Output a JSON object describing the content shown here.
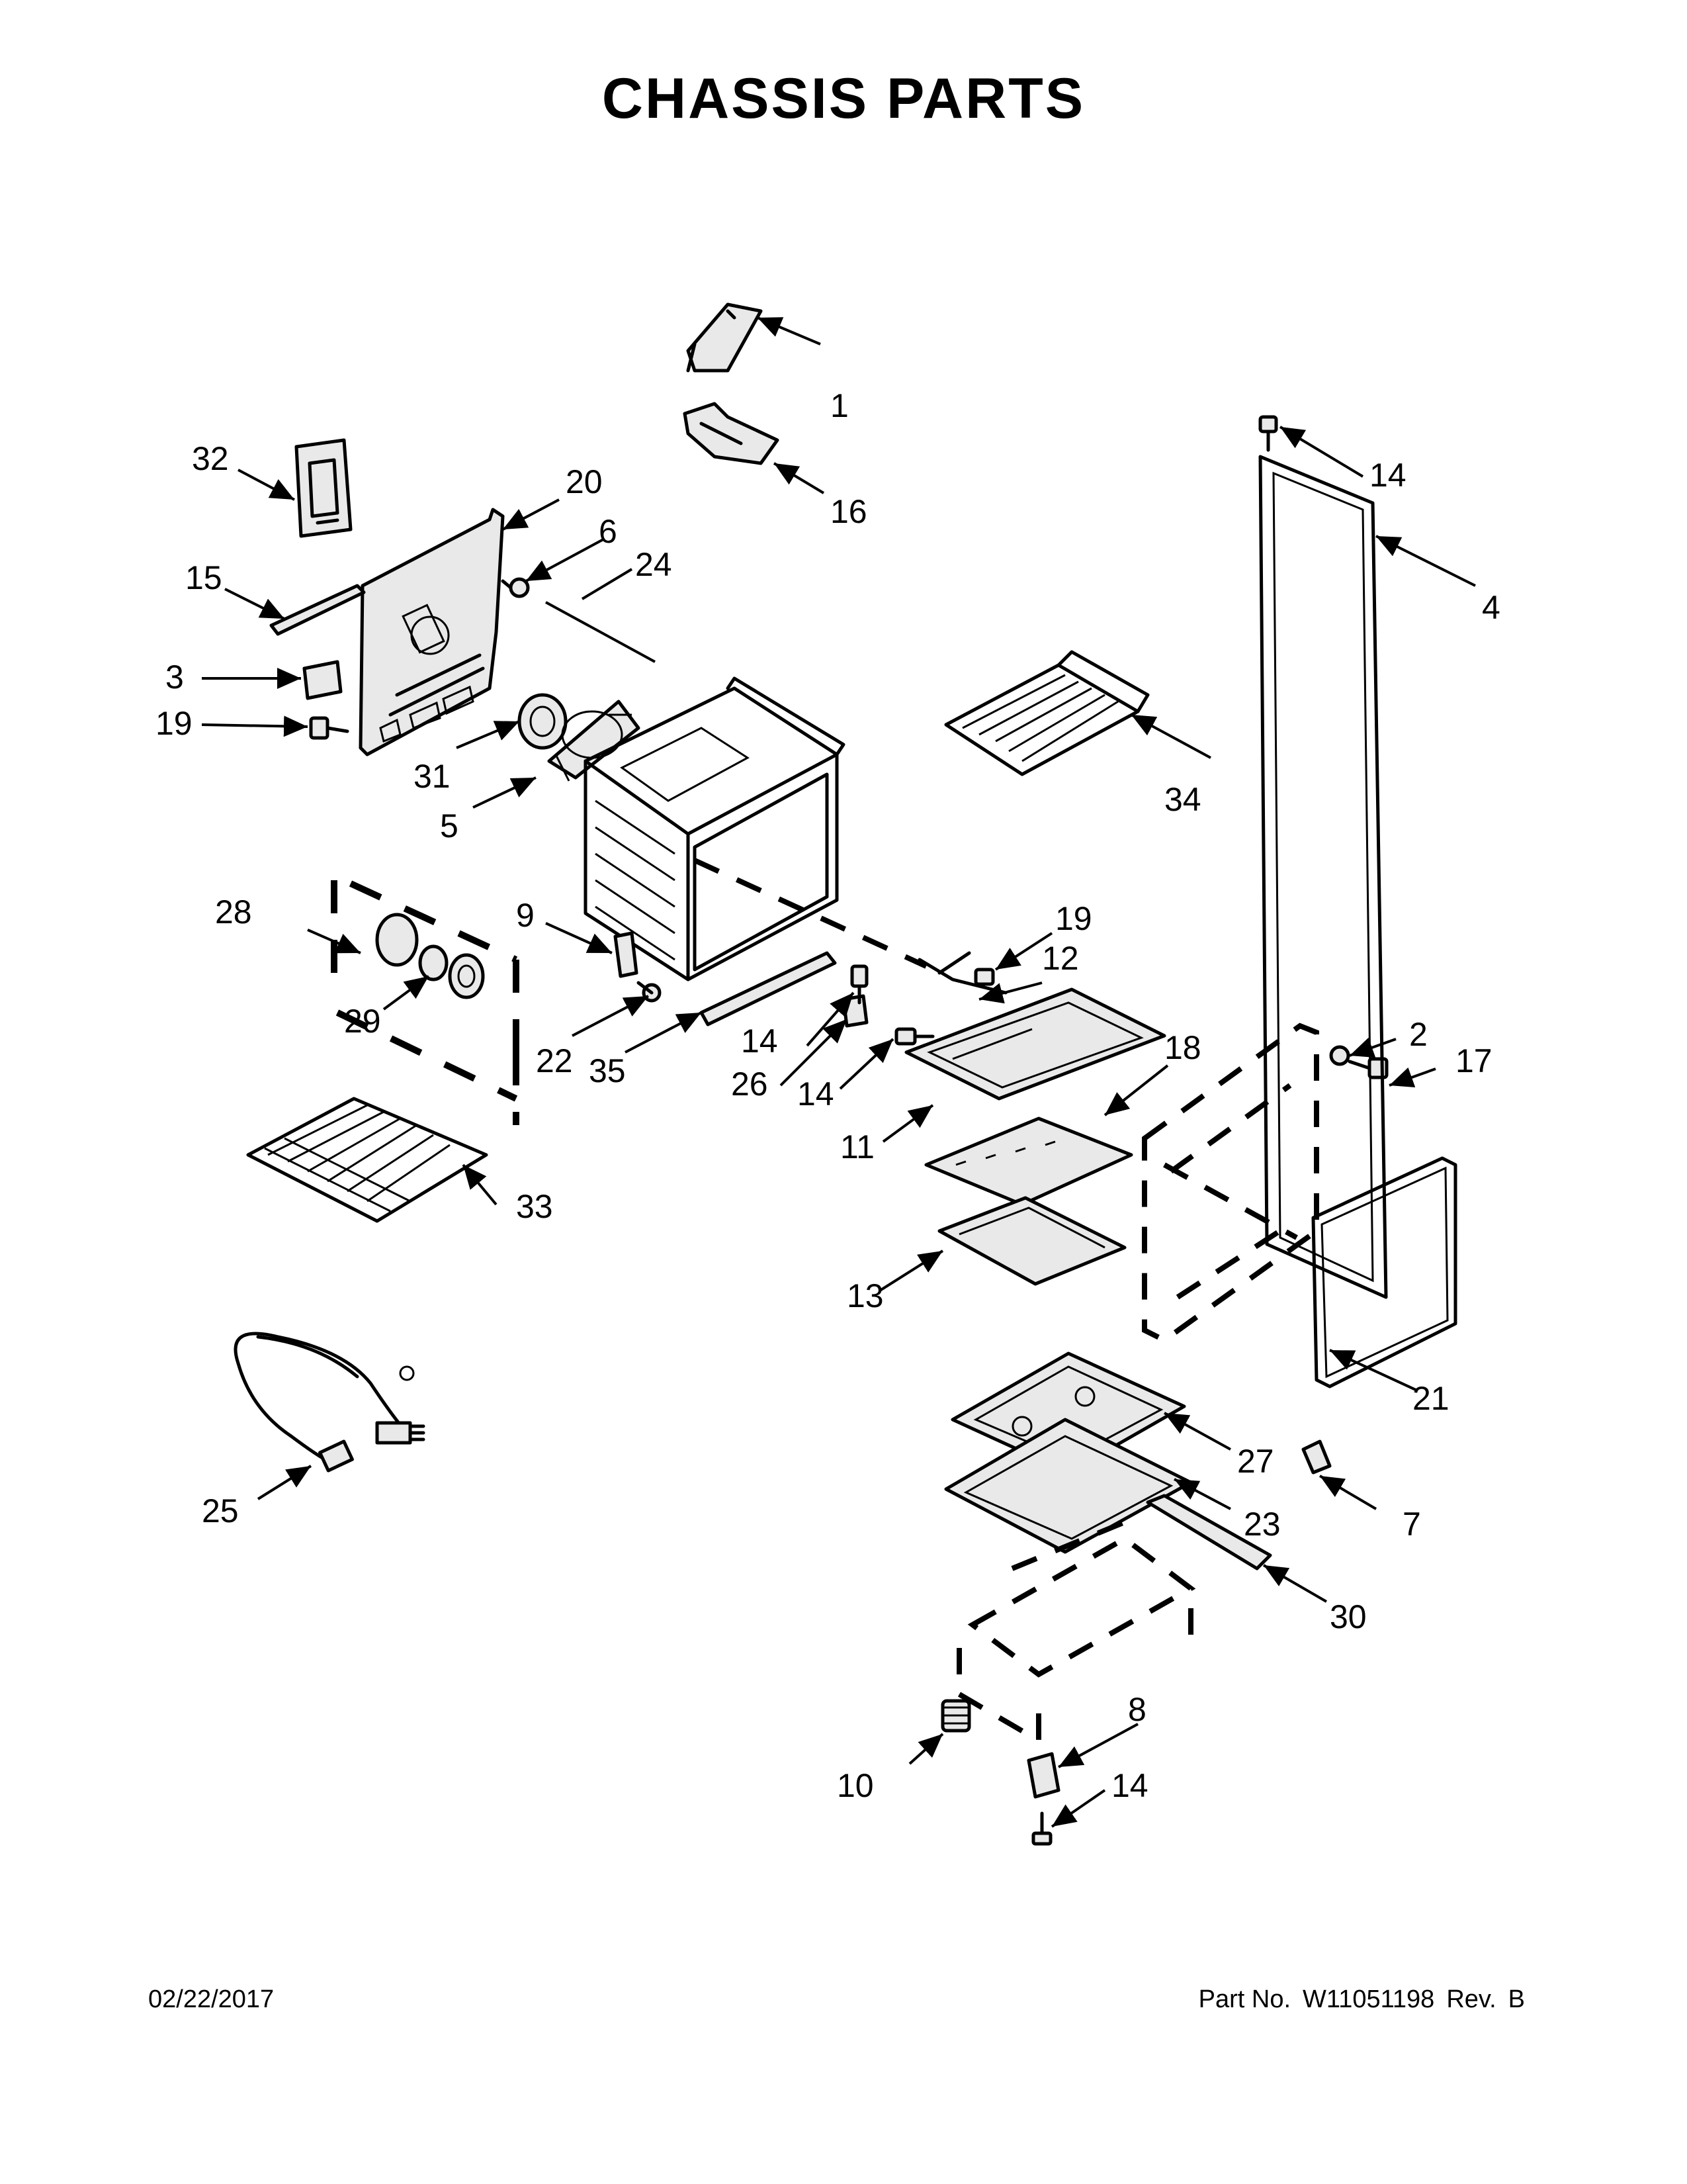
{
  "page": {
    "title": "CHASSIS PARTS",
    "date": "02/22/2017",
    "part_no_label": "Part No.",
    "part_no": "W11051198",
    "rev_label": "Rev.",
    "rev": "B"
  },
  "callouts": [
    "1",
    "2",
    "3",
    "4",
    "5",
    "6",
    "7",
    "8",
    "9",
    "10",
    "11",
    "12",
    "13",
    "14",
    "15",
    "16",
    "17",
    "18",
    "19",
    "20",
    "21",
    "22",
    "23",
    "24",
    "25",
    "26",
    "27",
    "28",
    "29",
    "30",
    "31",
    "32",
    "33",
    "34",
    "35"
  ]
}
